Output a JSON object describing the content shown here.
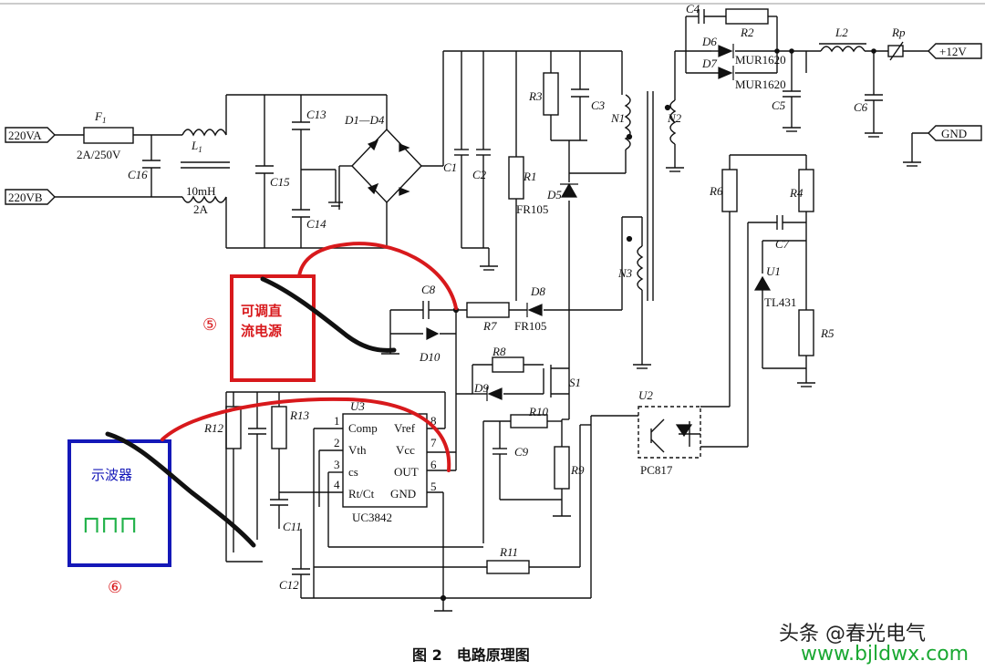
{
  "caption": "图 2　电路原理图",
  "watermark": {
    "text": "头条 @春光电气",
    "site": "www.bjldwx.com"
  },
  "terminals": {
    "in_a": "220VA",
    "in_b": "220VB",
    "out_pos": "+12V",
    "out_gnd": "GND"
  },
  "components": {
    "F1": "F",
    "F1_sub": "1",
    "F1_rating": "2A/250V",
    "L1": "L",
    "L1_sub": "1",
    "L1_value": "10mH",
    "L1_current": "2A",
    "C16": "C16",
    "C15": "C15",
    "C13": "C13",
    "C14": "C14",
    "bridge": "D1—D4",
    "C1": "C1",
    "C2": "C2",
    "R1": "R1",
    "R3": "R3",
    "C3": "C3",
    "D5": "D5",
    "D5_part": "FR105",
    "N1": "N1",
    "N2": "N2",
    "N3": "N3",
    "C4": "C4",
    "R2": "R2",
    "D6": "D6",
    "D7": "D7",
    "mur_a": "MUR1620",
    "mur_b": "MUR1620",
    "L2": "L2",
    "Rp": "Rp",
    "C5": "C5",
    "C6": "C6",
    "R6": "R6",
    "R4": "R4",
    "C7": "C7",
    "U1": "U1",
    "TL431": "TL431",
    "R5": "R5",
    "C8": "C8",
    "R7": "R7",
    "D8": "D8",
    "D8_part": "FR105",
    "D10": "D10",
    "R8": "R8",
    "D9": "D9",
    "S1": "S1",
    "R10": "R10",
    "C9": "C9",
    "R9": "R9",
    "U2": "U2",
    "PC817": "PC817",
    "U3": "U3",
    "UC3842": "UC3842",
    "R12": "R12",
    "R13": "R13",
    "C11": "C11",
    "C12": "C12",
    "R11": "R11"
  },
  "uc3842_pins": [
    {
      "num": "1",
      "name": "Comp"
    },
    {
      "num": "2",
      "name": "Vth"
    },
    {
      "num": "3",
      "name": "cs"
    },
    {
      "num": "4",
      "name": "Rt/Ct"
    },
    {
      "num": "8",
      "name": "Vref"
    },
    {
      "num": "7",
      "name": "Vcc"
    },
    {
      "num": "6",
      "name": "OUT"
    },
    {
      "num": "5",
      "name": "GND"
    }
  ],
  "annotations": {
    "power_supply": {
      "number": "⑤",
      "line1": "可调直",
      "line2": "流电源"
    },
    "oscilloscope": {
      "number": "⑥",
      "label": "示波器",
      "wave": "⊓⊓⊓"
    }
  },
  "colors": {
    "ink": "#111111",
    "annotation_red": "#d8191c",
    "annotation_blue": "#1418b8",
    "wave_green": "#22b24a",
    "watermark_green": "#1aa832"
  }
}
